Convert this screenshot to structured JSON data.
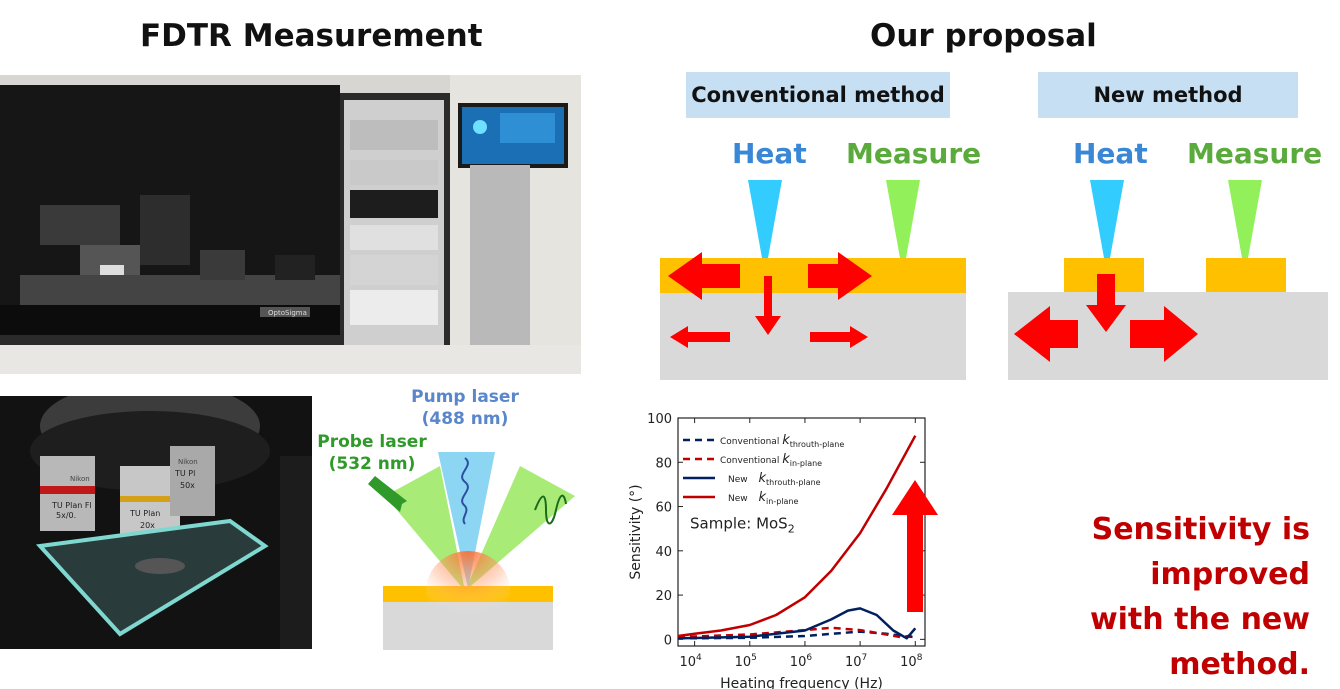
{
  "left": {
    "title": "FDTR Measurement",
    "pump_label_line1": "Pump laser",
    "pump_label_line2": "(488 nm)",
    "probe_label_line1": "Probe laser",
    "probe_label_line2": "(532 nm)",
    "objective_texts": [
      "TU Plan Fl",
      "5x/0.",
      "TU Plan",
      "20x",
      "Nikon",
      "TU Pl",
      "50x",
      "Nikon"
    ],
    "logo_text": "OptoSigma"
  },
  "right": {
    "title": "Our proposal",
    "conventional": {
      "label": "Conventional method",
      "heat": "Heat",
      "measure": "Measure"
    },
    "new": {
      "label": "New method",
      "heat": "Heat",
      "measure": "Measure"
    },
    "conclusion_line1": "Sensitivity is improved",
    "conclusion_line2": "with the new method."
  },
  "colors": {
    "gold": "#ffc000",
    "gray_substrate": "#d9d9d9",
    "red_arrow": "#ff0000",
    "heat_blue": "#33ccff",
    "measure_green": "#92f05a",
    "box_blue": "#c7dff3",
    "conclusion_red": "#c00000",
    "navy": "#002060",
    "crimson": "#c00000"
  },
  "chart_data": {
    "type": "line",
    "xlabel": "Heating frequency (Hz)",
    "ylabel": "Sensitivity (°)",
    "annotation": "Sample: MoS2",
    "xscale": "log",
    "xlim": [
      5000,
      150000000
    ],
    "ylim": [
      -3,
      100
    ],
    "yticks": [
      0,
      20,
      40,
      60,
      80,
      100
    ],
    "xtick_exponents": [
      4,
      5,
      6,
      7,
      8
    ],
    "legend_placement": "top-left",
    "series": [
      {
        "name": "Conventional k throuth-plane",
        "color": "#002060",
        "style": "dashed",
        "x": [
          5000,
          10000,
          100000,
          1000000,
          3000000,
          10000000,
          30000000,
          60000000,
          100000000
        ],
        "y": [
          0.5,
          0.5,
          0.7,
          1.5,
          2.5,
          3.5,
          2.5,
          1.5,
          1
        ]
      },
      {
        "name": "Conventional k in-plane",
        "color": "#c00000",
        "style": "dashed",
        "x": [
          5000,
          10000,
          100000,
          1000000,
          3000000,
          10000000,
          30000000,
          60000000,
          100000000
        ],
        "y": [
          1,
          1.3,
          2.2,
          4.2,
          5.2,
          4.2,
          2.2,
          0.8,
          2.5
        ]
      },
      {
        "name": "New k throuth-plane",
        "color": "#002060",
        "style": "solid",
        "x": [
          5000,
          10000,
          100000,
          1000000,
          3000000,
          6000000,
          10000000,
          20000000,
          40000000,
          70000000,
          100000000
        ],
        "y": [
          0.5,
          0.6,
          1.2,
          4,
          9,
          13,
          14,
          11,
          4,
          0.5,
          5
        ]
      },
      {
        "name": "New k in-plane",
        "color": "#c00000",
        "style": "solid",
        "x": [
          5000,
          10000,
          30000,
          100000,
          300000,
          1000000,
          3000000,
          10000000,
          30000000,
          100000000
        ],
        "y": [
          1.5,
          2.5,
          4,
          6.5,
          11,
          19,
          31,
          48,
          68,
          92
        ]
      }
    ],
    "legend": [
      {
        "prefix": "Conventional",
        "k": "k",
        "sub": "throuth-plane",
        "color": "#002060",
        "style": "dashed"
      },
      {
        "prefix": "Conventional",
        "k": "k",
        "sub": "in-plane",
        "color": "#c00000",
        "style": "dashed"
      },
      {
        "prefix": "New",
        "k": "k",
        "sub": "throuth-plane",
        "color": "#002060",
        "style": "solid"
      },
      {
        "prefix": "New",
        "k": "k",
        "sub": "in-plane",
        "color": "#c00000",
        "style": "solid"
      }
    ]
  }
}
